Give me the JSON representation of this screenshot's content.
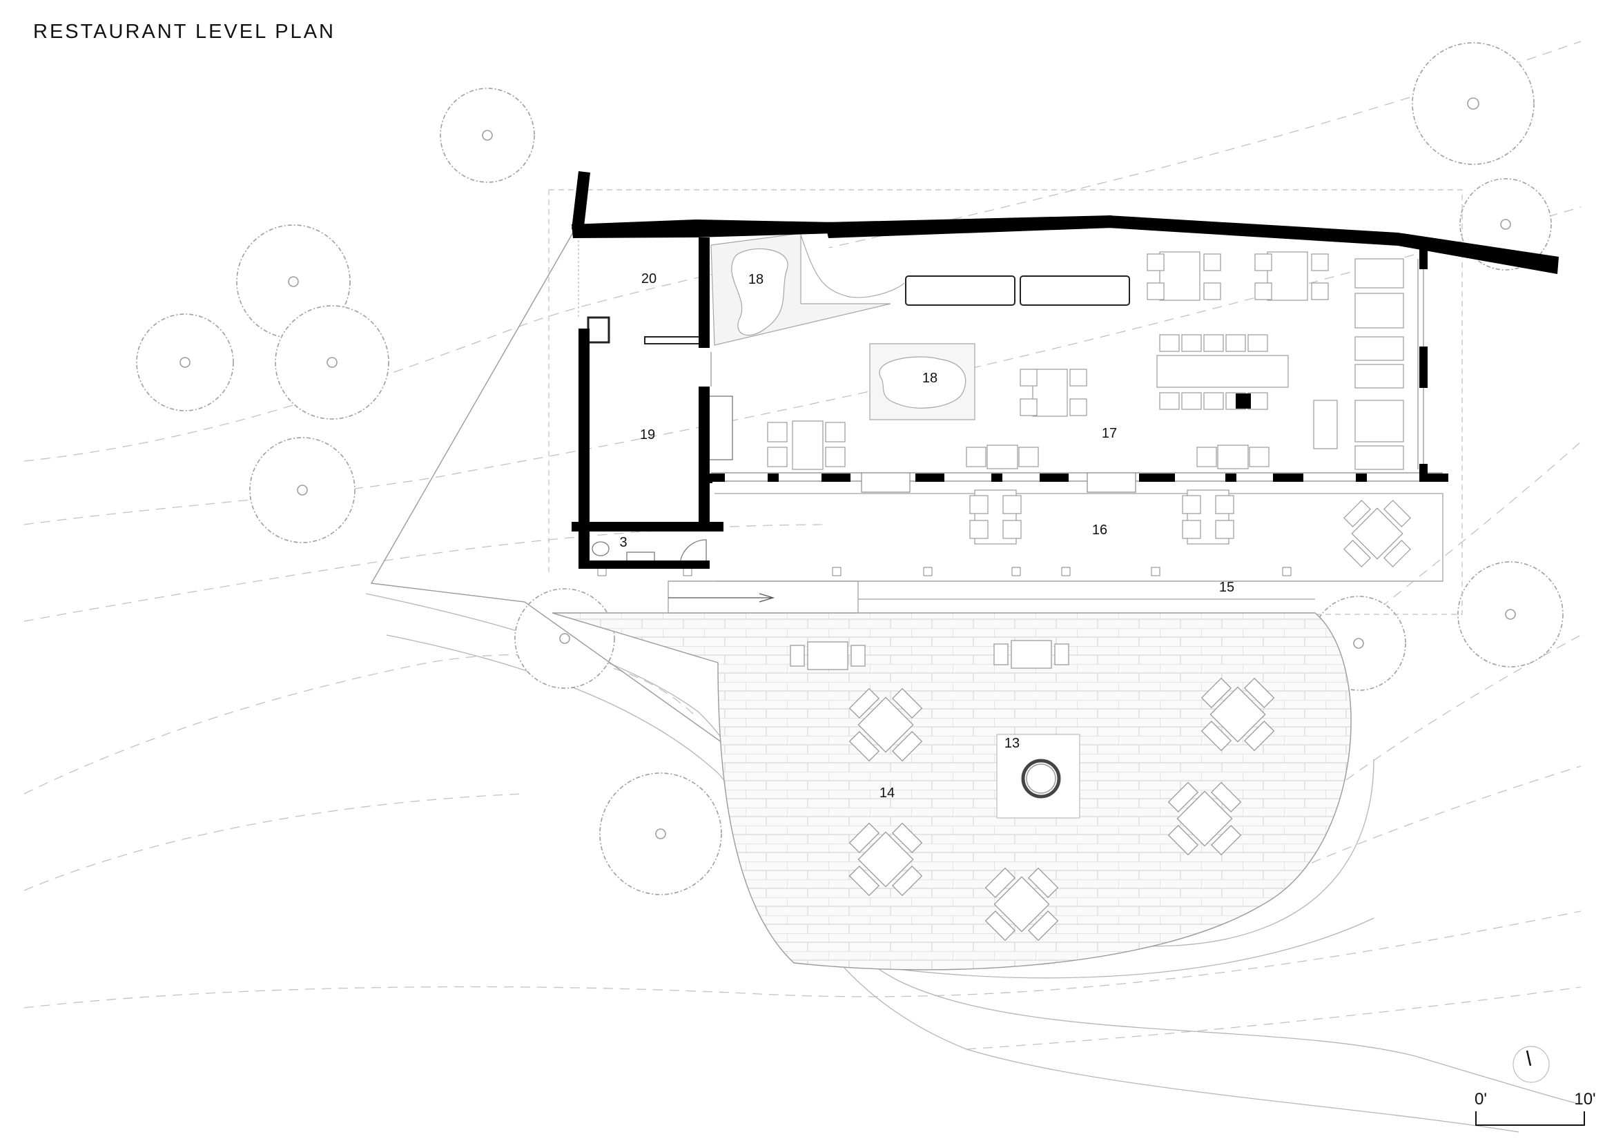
{
  "title": "RESTAURANT LEVEL PLAN",
  "rooms": [
    {
      "id": "20",
      "label": "20"
    },
    {
      "id": "18a",
      "label": "18"
    },
    {
      "id": "18b",
      "label": "18"
    },
    {
      "id": "19",
      "label": "19"
    },
    {
      "id": "17",
      "label": "17"
    },
    {
      "id": "3",
      "label": "3"
    },
    {
      "id": "16",
      "label": "16"
    },
    {
      "id": "15",
      "label": "15"
    },
    {
      "id": "13",
      "label": "13"
    },
    {
      "id": "14",
      "label": "14"
    }
  ],
  "scale_bar": {
    "start_label": "0'",
    "end_label": "10'"
  },
  "north_arrow": "north-arrow-icon",
  "colors": {
    "wall": "#000000",
    "line": "#9a9a9a",
    "light": "#c8c8c8"
  }
}
